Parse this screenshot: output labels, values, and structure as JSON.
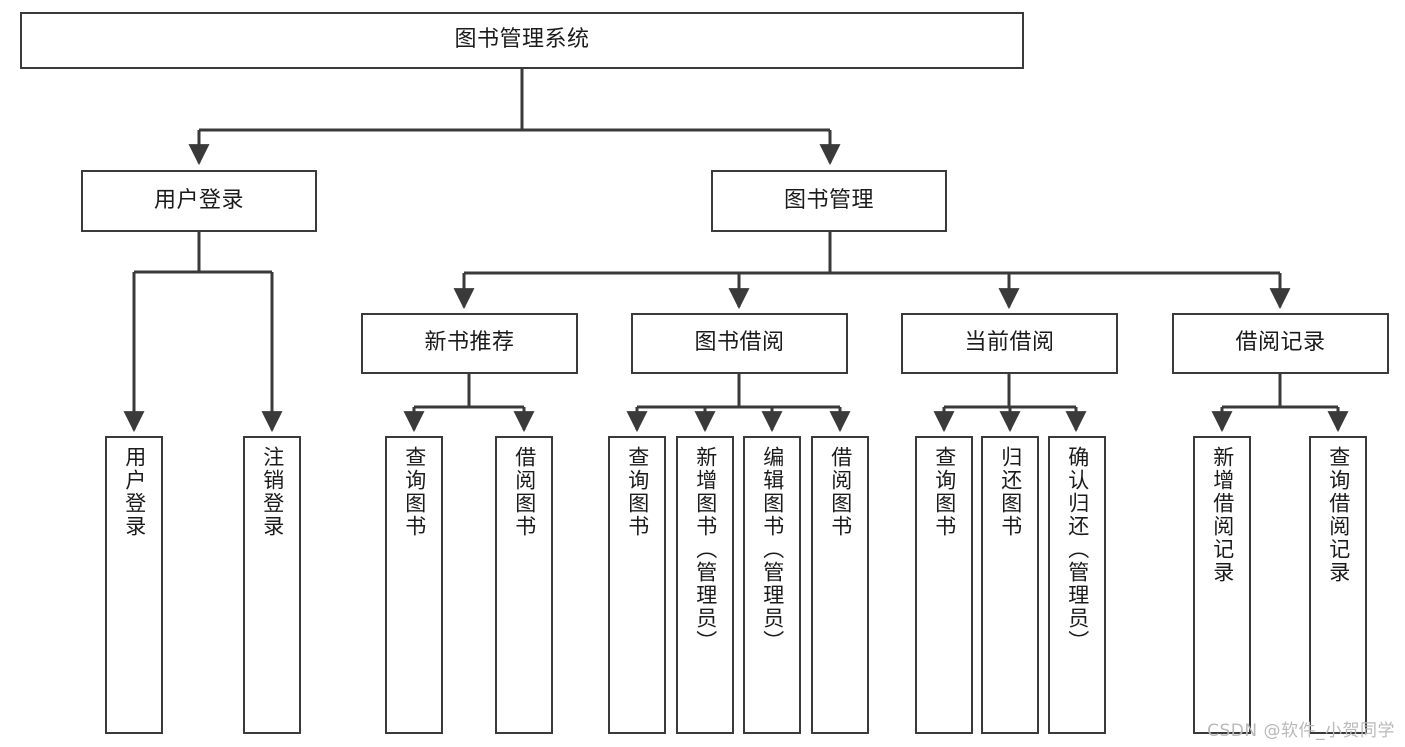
{
  "diagram": {
    "kind": "tree-hierarchy-chart",
    "title": "图书管理系统",
    "watermark": "CSDN @软件_小贺同学",
    "colors": {
      "box_border": "#3a3a3a",
      "box_fill": "#ffffff",
      "edge": "#3a3a3a",
      "text": "#1b1b1b",
      "watermark": "#b9b9b9",
      "background": "#ffffff"
    },
    "root": {
      "label": "图书管理系统"
    },
    "level2": [
      {
        "id": "user-login",
        "label": "用户登录"
      },
      {
        "id": "book-management",
        "label": "图书管理"
      }
    ],
    "level3": [
      {
        "id": "new-book-recommend",
        "label": "新书推荐",
        "parent": "book-management"
      },
      {
        "id": "book-borrow",
        "label": "图书借阅",
        "parent": "book-management"
      },
      {
        "id": "current-borrow",
        "label": "当前借阅",
        "parent": "book-management"
      },
      {
        "id": "borrow-record",
        "label": "借阅记录",
        "parent": "book-management"
      }
    ],
    "leaves": {
      "user-login": [
        {
          "id": "leaf-user-login",
          "label": "用户登录"
        },
        {
          "id": "leaf-user-logout",
          "label": "注销登录"
        }
      ],
      "new-book-recommend": [
        {
          "id": "leaf-query-book-1",
          "label": "查询图书"
        },
        {
          "id": "leaf-borrow-book-1",
          "label": "借阅图书"
        }
      ],
      "book-borrow": [
        {
          "id": "leaf-query-book-2",
          "label": "查询图书"
        },
        {
          "id": "leaf-add-book",
          "label": "新增图书（管理员）"
        },
        {
          "id": "leaf-edit-book",
          "label": "编辑图书（管理员）"
        },
        {
          "id": "leaf-borrow-book-2",
          "label": "借阅图书"
        }
      ],
      "current-borrow": [
        {
          "id": "leaf-query-book-3",
          "label": "查询图书"
        },
        {
          "id": "leaf-return-book",
          "label": "归还图书"
        },
        {
          "id": "leaf-confirm-return",
          "label": "确认归还（管理员）"
        }
      ],
      "borrow-record": [
        {
          "id": "leaf-add-record",
          "label": "新增借阅记录"
        },
        {
          "id": "leaf-query-record",
          "label": "查询借阅记录"
        }
      ]
    }
  }
}
